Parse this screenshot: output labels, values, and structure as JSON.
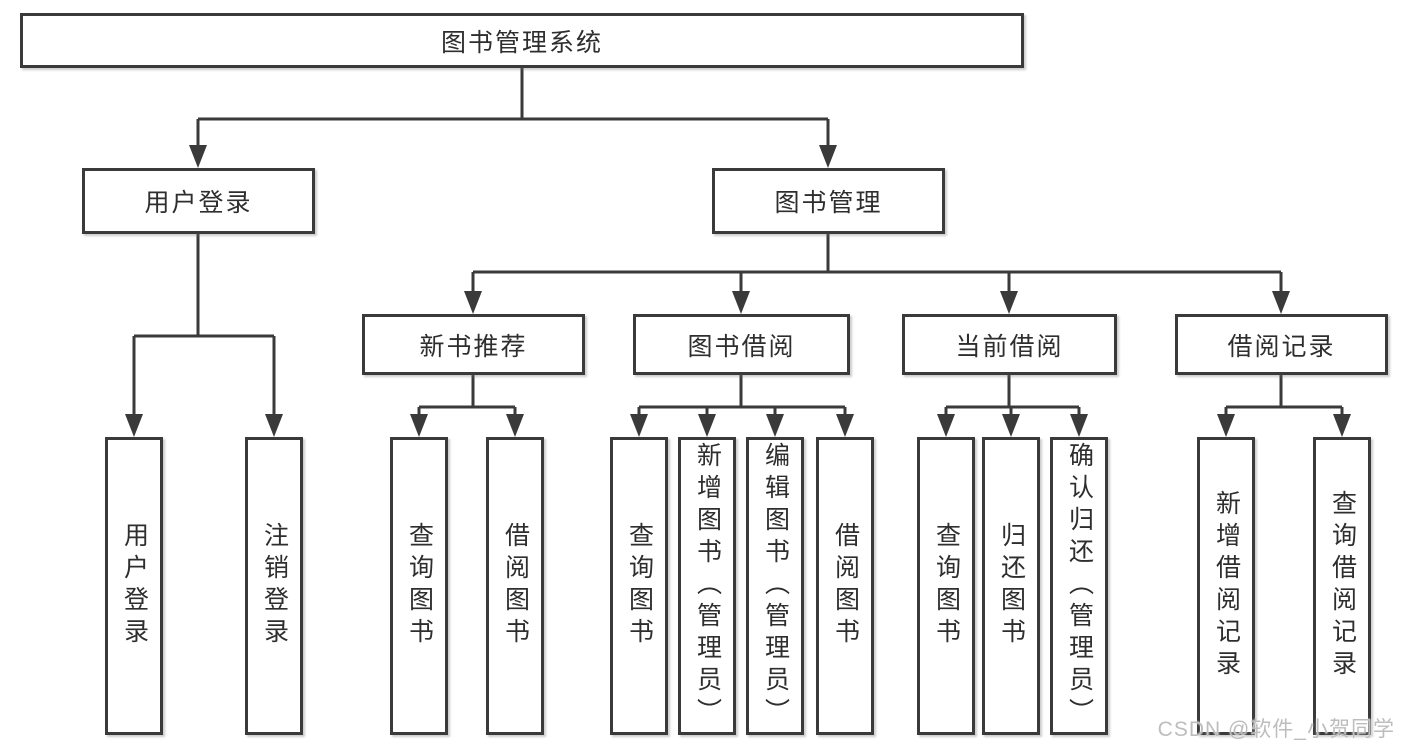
{
  "colors": {
    "line": "#3a3a3a",
    "text": "#2e2e2e",
    "background": "#ffffff",
    "watermark": "#bdbdbd"
  },
  "watermark": "CSDN @软件_小贺同学",
  "tree": {
    "root": "图书管理系统",
    "children": [
      {
        "label": "用户登录",
        "children": [
          "用户登录",
          "注销登录"
        ]
      },
      {
        "label": "图书管理",
        "children": [
          {
            "label": "新书推荐",
            "children": [
              "查询图书",
              "借阅图书"
            ]
          },
          {
            "label": "图书借阅",
            "children": [
              "查询图书",
              "新增图书（管理员）",
              "编辑图书（管理员）",
              "借阅图书"
            ]
          },
          {
            "label": "当前借阅",
            "children": [
              "查询图书",
              "归还图书",
              "确认归还（管理员）"
            ]
          },
          {
            "label": "借阅记录",
            "children": [
              "新增借阅记录",
              "查询借阅记录"
            ]
          }
        ]
      }
    ]
  }
}
